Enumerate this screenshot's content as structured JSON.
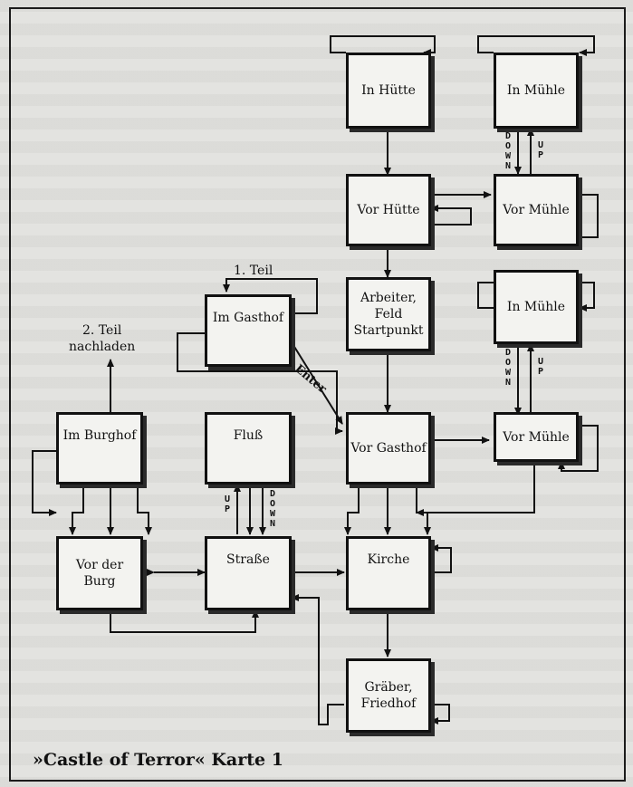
{
  "rooms": {
    "in_huette": "In Hütte",
    "in_muehle_top": "In Mühle",
    "vor_huette": "Vor Hütte",
    "vor_muehle_top": "Vor Mühle",
    "arbeiter": "Arbeiter,\nFeld\nStartpunkt",
    "in_muehle_mid": "In Mühle",
    "im_gasthof": "Im Gasthof",
    "im_burghof": "Im Burghof",
    "fluss": "Fluß",
    "vor_gasthof": "Vor Gasthof",
    "vor_muehle_mid": "Vor Mühle",
    "vor_der_burg": "Vor der\nBurg",
    "strasse": "Straße",
    "kirche": "Kirche",
    "graeber": "Gräber,\nFriedhof"
  },
  "labels": {
    "teil1": "1. Teil",
    "teil2": "2. Teil\nnachladen",
    "enter": "Enter",
    "up": "UP",
    "down": "DOWN"
  },
  "caption": "»Castle of Terror« Karte 1"
}
